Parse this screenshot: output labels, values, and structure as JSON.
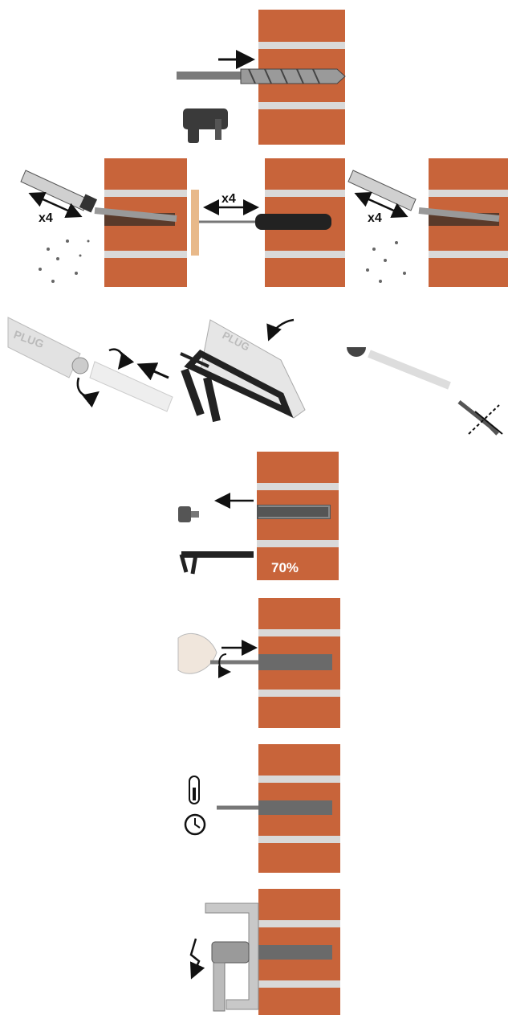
{
  "colors": {
    "brick": "#c8643a",
    "brick_dark": "#a94e2c",
    "mortar": "#d9d9d9",
    "tool": "#3a3a3a",
    "metal": "#8a8a8a",
    "background": "#ffffff"
  },
  "steps": {
    "blow_repeat_left": "x4",
    "brush_repeat": "x4",
    "blow_repeat_right": "x4",
    "cartridge_label_left": "PLUG",
    "cartridge_label_gun": "PLUG",
    "fill_amount": "70%"
  },
  "icons": [
    "drill-icon",
    "blow-pump-icon",
    "brush-icon",
    "cartridge-icon",
    "mixer-nozzle-icon",
    "dispenser-gun-icon",
    "nozzle-cut-icon",
    "piston-plug-icon",
    "hand-icon",
    "thermometer-icon",
    "clock-icon",
    "torque-wrench-icon"
  ]
}
